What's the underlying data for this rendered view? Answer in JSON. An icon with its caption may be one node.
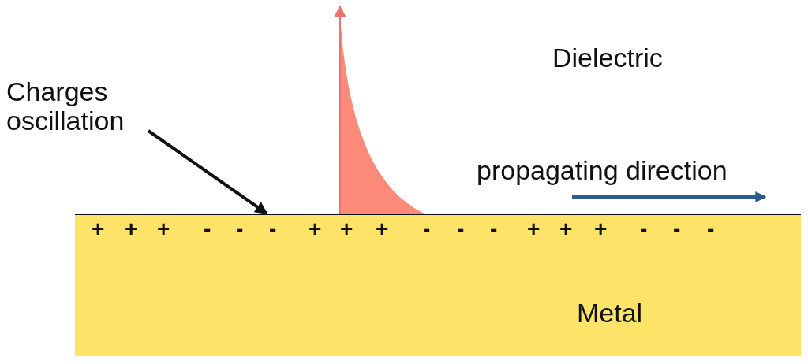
{
  "diagram": {
    "nodes": [
      {
        "text": [
          "Charges oscillation"
        ]
      },
      {
        "text": [
          "Metal"
        ]
      }
    ],
    "edges": [
      {
        "from": 0,
        "to": 1,
        "arrow": "to"
      }
    ],
    "labels": [
      "Dielectric",
      "propagating direction",
      "+",
      "+",
      "+",
      "-",
      "-",
      "-",
      "+",
      "+",
      "+",
      "-",
      "-",
      "-",
      "+",
      "+",
      "+",
      "-",
      "-",
      "-"
    ]
  }
}
